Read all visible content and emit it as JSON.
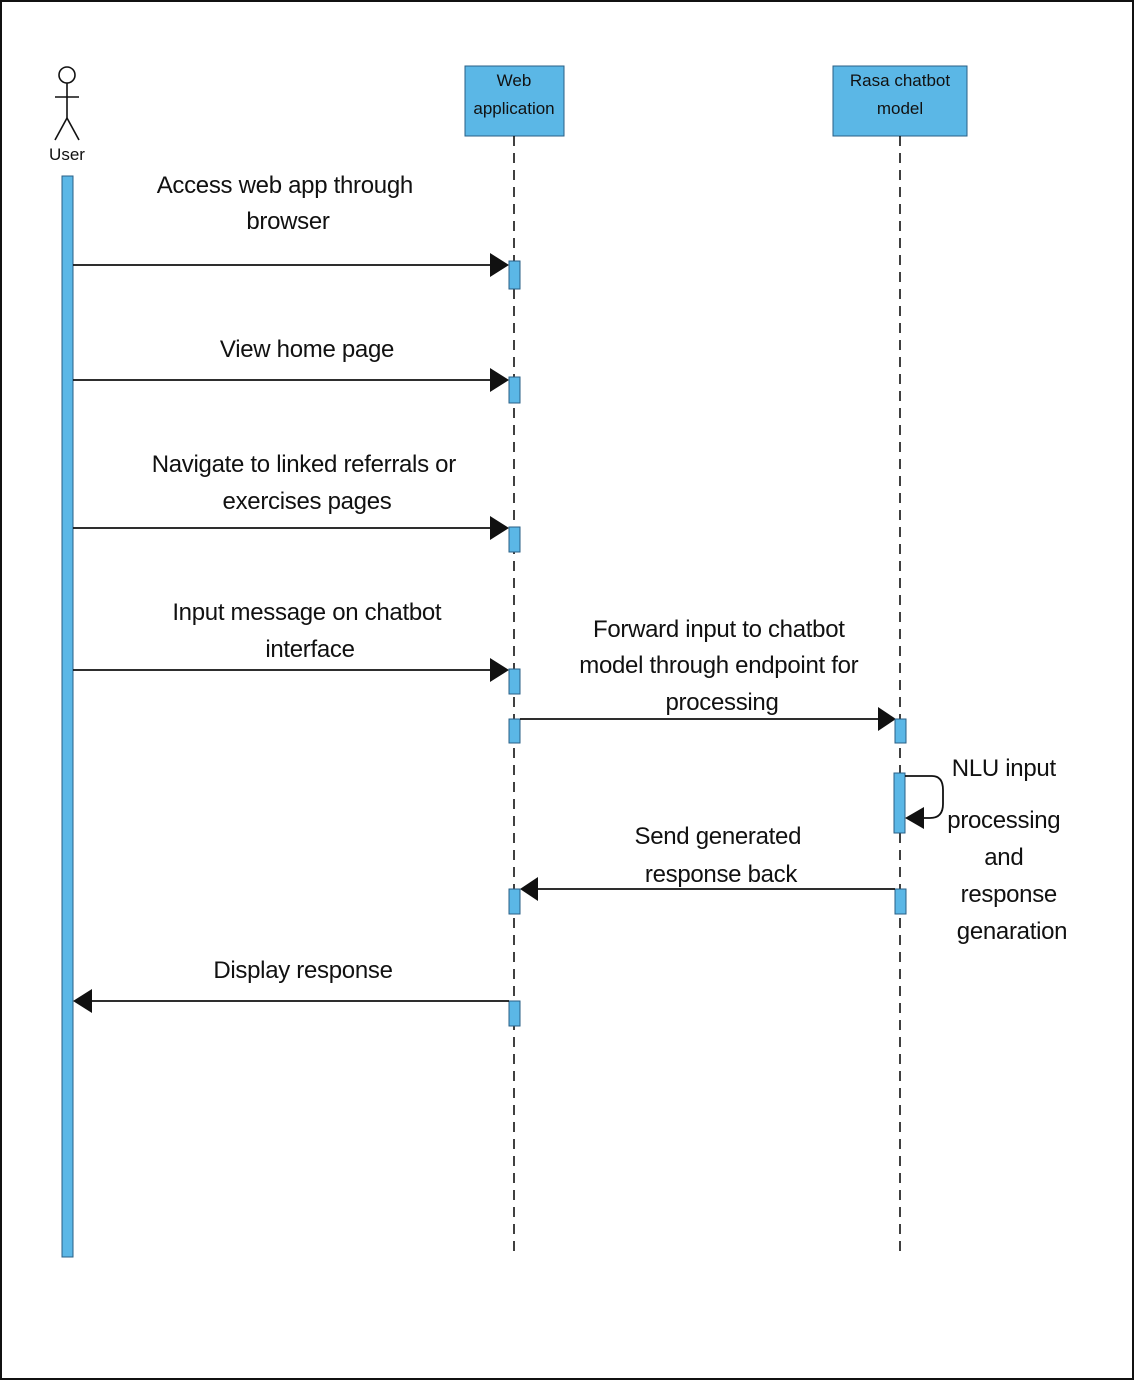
{
  "participants": {
    "user": {
      "label": "User"
    },
    "web": {
      "label_lines": [
        "Web",
        "application"
      ]
    },
    "rasa": {
      "label_lines": [
        "Rasa chatbot",
        "model"
      ]
    }
  },
  "messages": [
    {
      "id": "access-web-app",
      "from": "user",
      "to": "web",
      "lines": [
        "Access web app through",
        "browser"
      ]
    },
    {
      "id": "view-home-page",
      "from": "user",
      "to": "web",
      "lines": [
        "View home page"
      ]
    },
    {
      "id": "navigate-pages",
      "from": "user",
      "to": "web",
      "lines": [
        "Navigate to linked referrals or",
        "exercises pages"
      ]
    },
    {
      "id": "input-message",
      "from": "user",
      "to": "web",
      "lines": [
        "Input message on chatbot",
        "interface"
      ]
    },
    {
      "id": "forward-input",
      "from": "web",
      "to": "rasa",
      "lines": [
        "Forward input to chatbot",
        "model through endpoint for",
        "processing"
      ]
    },
    {
      "id": "nlu-processing",
      "from": "rasa",
      "to": "rasa",
      "lines": [
        "NLU input",
        "processing",
        "and",
        "response",
        "genaration"
      ]
    },
    {
      "id": "send-response",
      "from": "rasa",
      "to": "web",
      "lines": [
        "Send generated",
        "response back"
      ]
    },
    {
      "id": "display-response",
      "from": "web",
      "to": "user",
      "lines": [
        "Display response"
      ]
    }
  ],
  "colors": {
    "participant_fill": "#5bb7e6",
    "activation_fill": "#5bb7e6",
    "line": "#111111",
    "frame": "#111111"
  }
}
